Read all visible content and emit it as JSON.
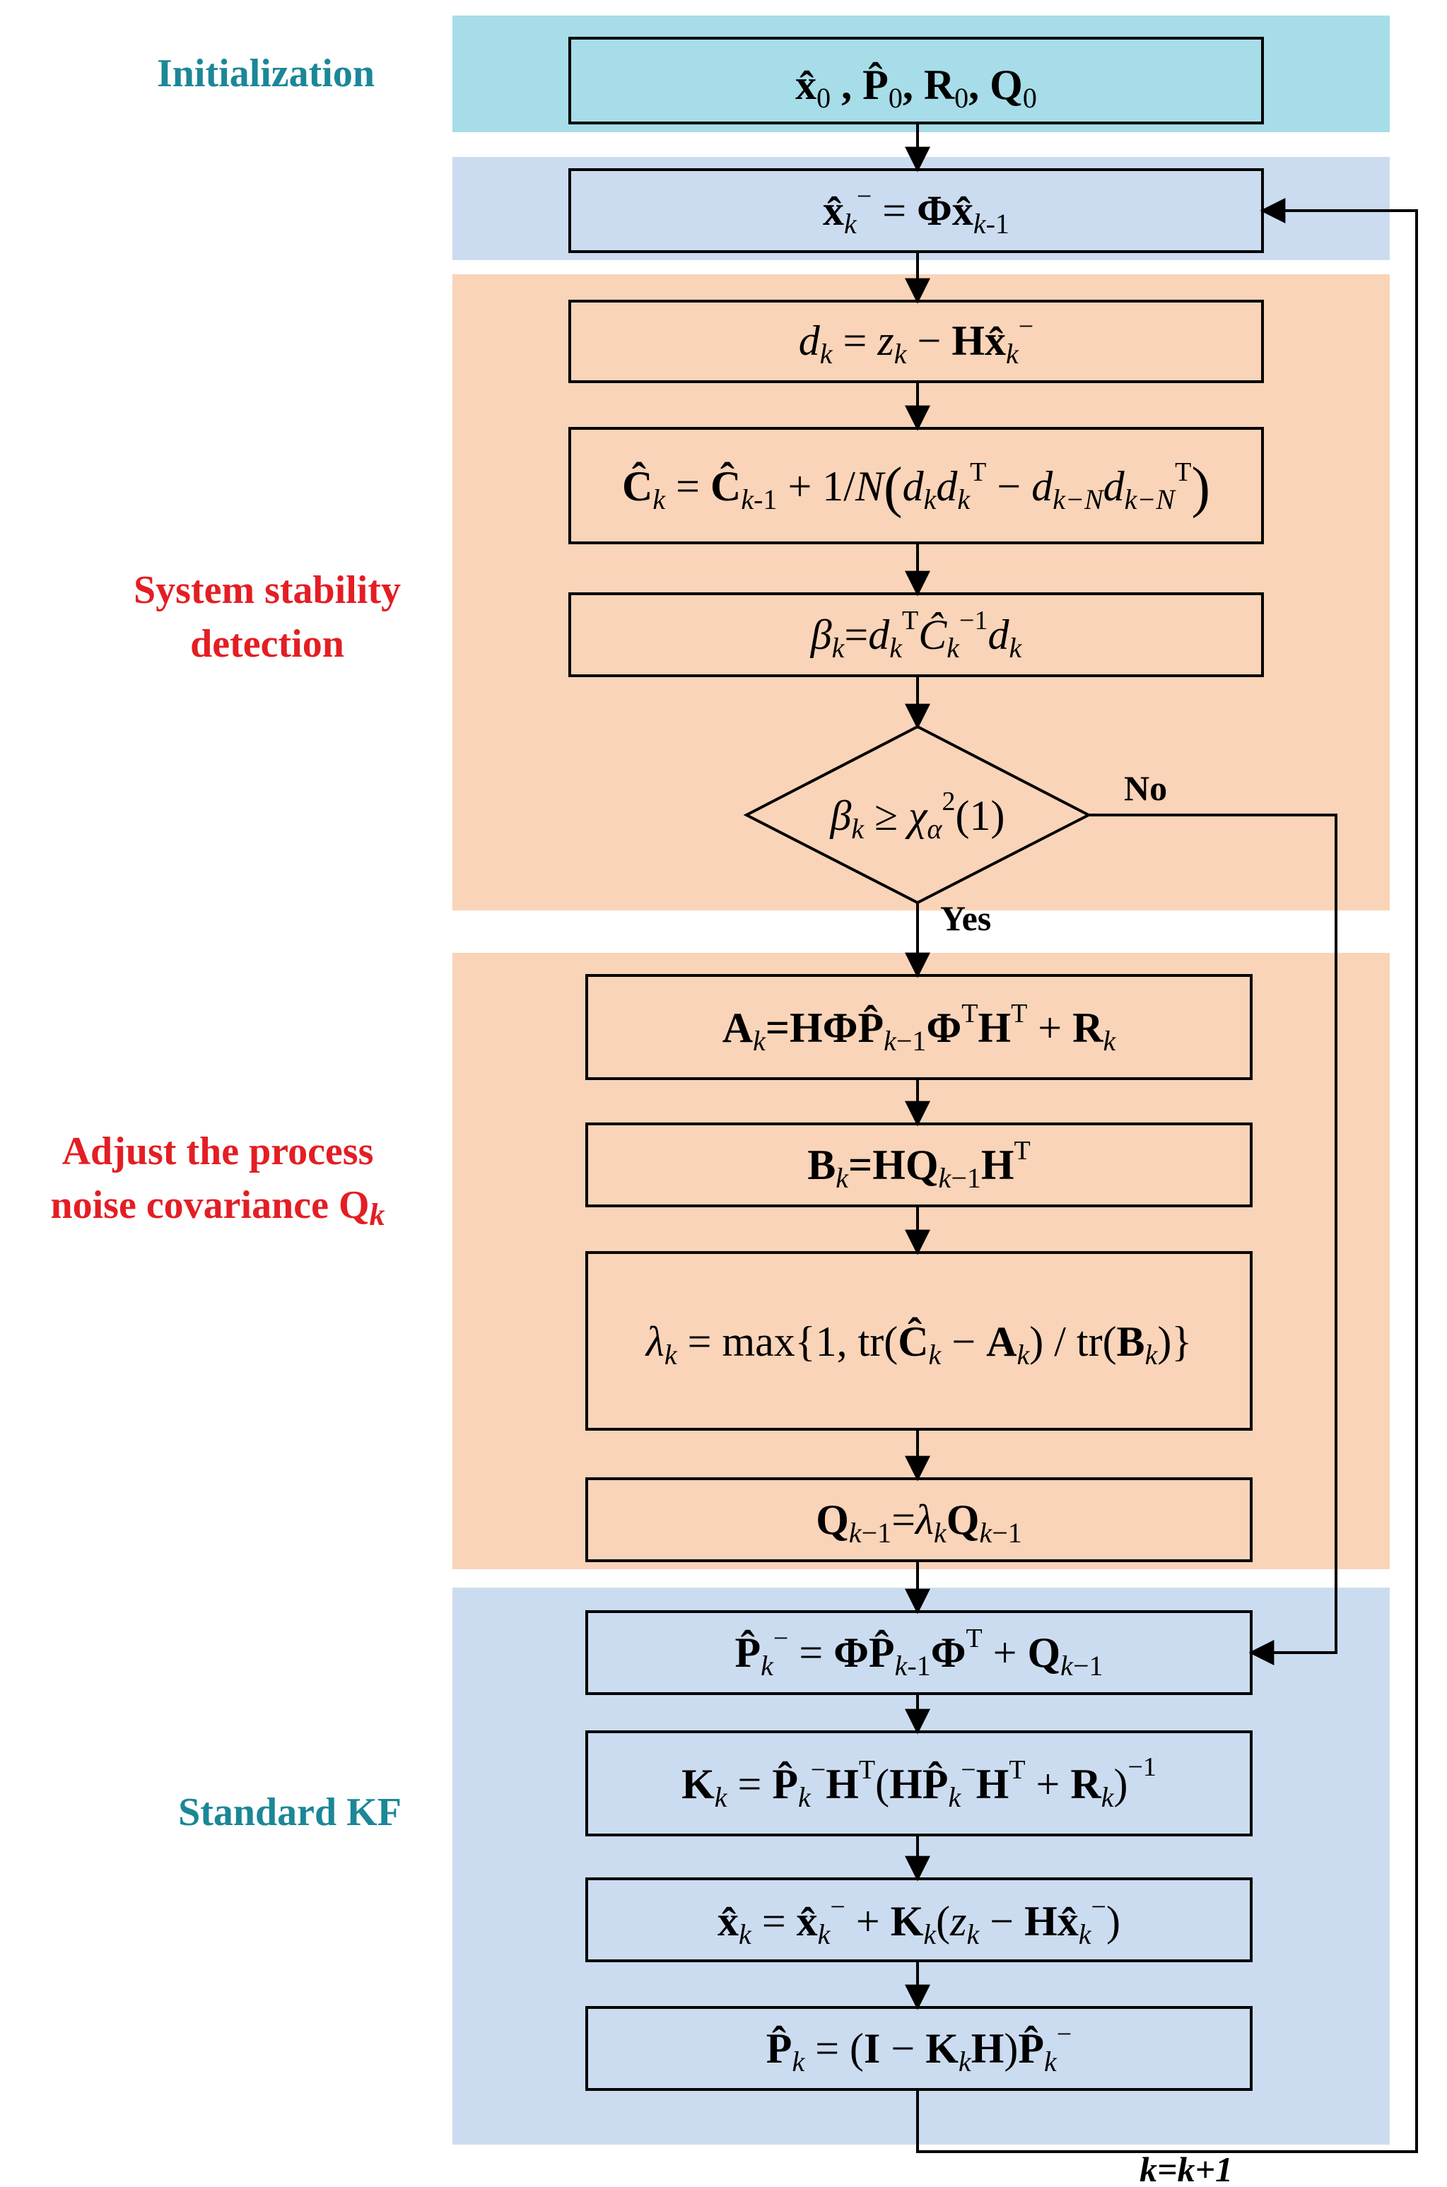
{
  "colors": {
    "init_band": "#A6DDE8",
    "kf_band": "#CCDCF0",
    "detect_band": "#FAD4B8",
    "init_box": "#A6DDE8",
    "kf_box": "#CCDCF0",
    "detect_box": "#FAD4B8",
    "teal_label": "#1B8797",
    "red_label": "#E31E24"
  },
  "sections": {
    "initialization": "Initialization",
    "stability_line1": "System stability",
    "stability_line2": "detection",
    "adjust_line1": "Adjust the process",
    "adjust_line2_text": "noise covariance Q",
    "adjust_line2_sub": "k",
    "standard_kf": "Standard KF"
  },
  "decision": {
    "no": "No",
    "yes": "Yes",
    "loop": "k=k+1"
  },
  "equations": {
    "init": "x̂0 , P̂0, R0, Q0",
    "predict_state": "x̂k⁻ = Φx̂k-1",
    "innovation": "dk = zk − Hx̂k⁻",
    "innovation_cov": "Ĉk = Ĉk-1 + (1/N)(dk dkT − dk−N dk−NT)",
    "beta": "βk = dkT Ĉk−1 dk",
    "test": "βk ≥ χα2(1)",
    "a_k": "Ak = HΦP̂k−1ΦT HT + Rk",
    "b_k": "Bk = HQk−1HT",
    "lambda": "λk = max{1, tr(Ĉk − Ak) / tr(Bk)}",
    "q_update": "Qk−1 = λk Qk−1",
    "predict_cov": "P̂k⁻ = ΦP̂k-1ΦT + Qk−1",
    "gain": "Kk = P̂k⁻HT(HP̂k⁻HT + Rk)−1",
    "update_state": "x̂k = x̂k⁻ + Kk(zk − Hx̂k⁻)",
    "update_cov": "P̂k = (I − KkH)P̂k⁻"
  }
}
